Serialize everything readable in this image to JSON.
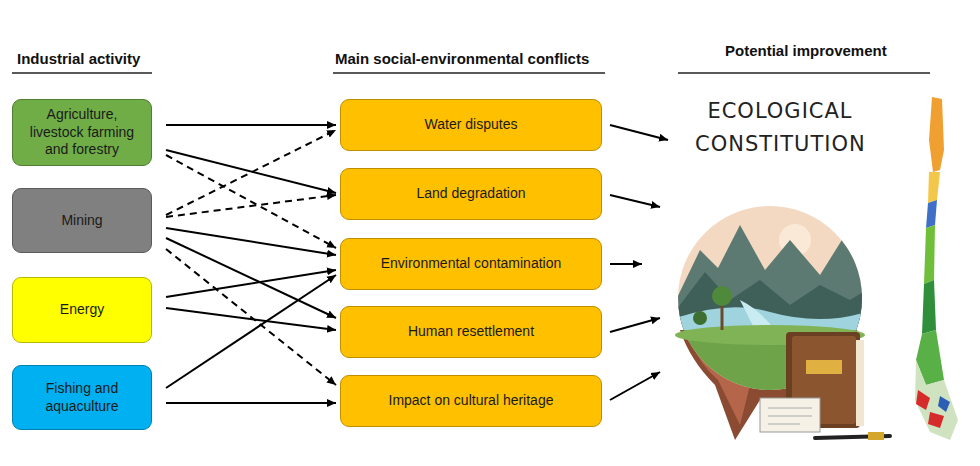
{
  "diagram": {
    "nodes": [
      {
        "text": [
          "Agriculture, livestock farming and forestry"
        ]
      },
      {
        "text": [
          "Mining"
        ]
      },
      {
        "text": [
          "Energy"
        ]
      },
      {
        "text": [
          "Fishing and aquaculture"
        ]
      },
      {
        "text": [
          "Water disputes"
        ]
      },
      {
        "text": [
          "Land degradation"
        ]
      },
      {
        "text": [
          "Environmental contamination"
        ]
      },
      {
        "text": [
          "Human resettlement"
        ]
      },
      {
        "text": [
          "Impact on cultural heritage"
        ]
      },
      {
        "text": [
          "ECOLOGICAL CONSTITUTION"
        ]
      }
    ],
    "edges": [
      {
        "from": 0,
        "to": 4,
        "arrow": "to"
      },
      {
        "from": 0,
        "to": 5,
        "arrow": "to"
      },
      {
        "from": 0,
        "to": 6,
        "arrow": "to"
      },
      {
        "from": 1,
        "to": 4,
        "arrow": "to"
      },
      {
        "from": 1,
        "to": 5,
        "arrow": "to"
      },
      {
        "from": 1,
        "to": 6,
        "arrow": "to"
      },
      {
        "from": 1,
        "to": 7,
        "arrow": "to"
      },
      {
        "from": 1,
        "to": 8,
        "arrow": "to"
      },
      {
        "from": 2,
        "to": 6,
        "arrow": "to"
      },
      {
        "from": 2,
        "to": 7,
        "arrow": "to"
      },
      {
        "from": 3,
        "to": 6,
        "arrow": "to"
      },
      {
        "from": 3,
        "to": 8,
        "arrow": "to"
      },
      {
        "from": 4,
        "to": 9,
        "arrow": "to"
      },
      {
        "from": 5,
        "to": 9,
        "arrow": "to"
      },
      {
        "from": 6,
        "to": 9,
        "arrow": "to"
      },
      {
        "from": 7,
        "to": 9,
        "arrow": "to"
      },
      {
        "from": 8,
        "to": 9,
        "arrow": "to"
      }
    ],
    "labels": [
      "Industrial activity",
      "Main social-environmental conflicts",
      "Potential improvement"
    ]
  }
}
